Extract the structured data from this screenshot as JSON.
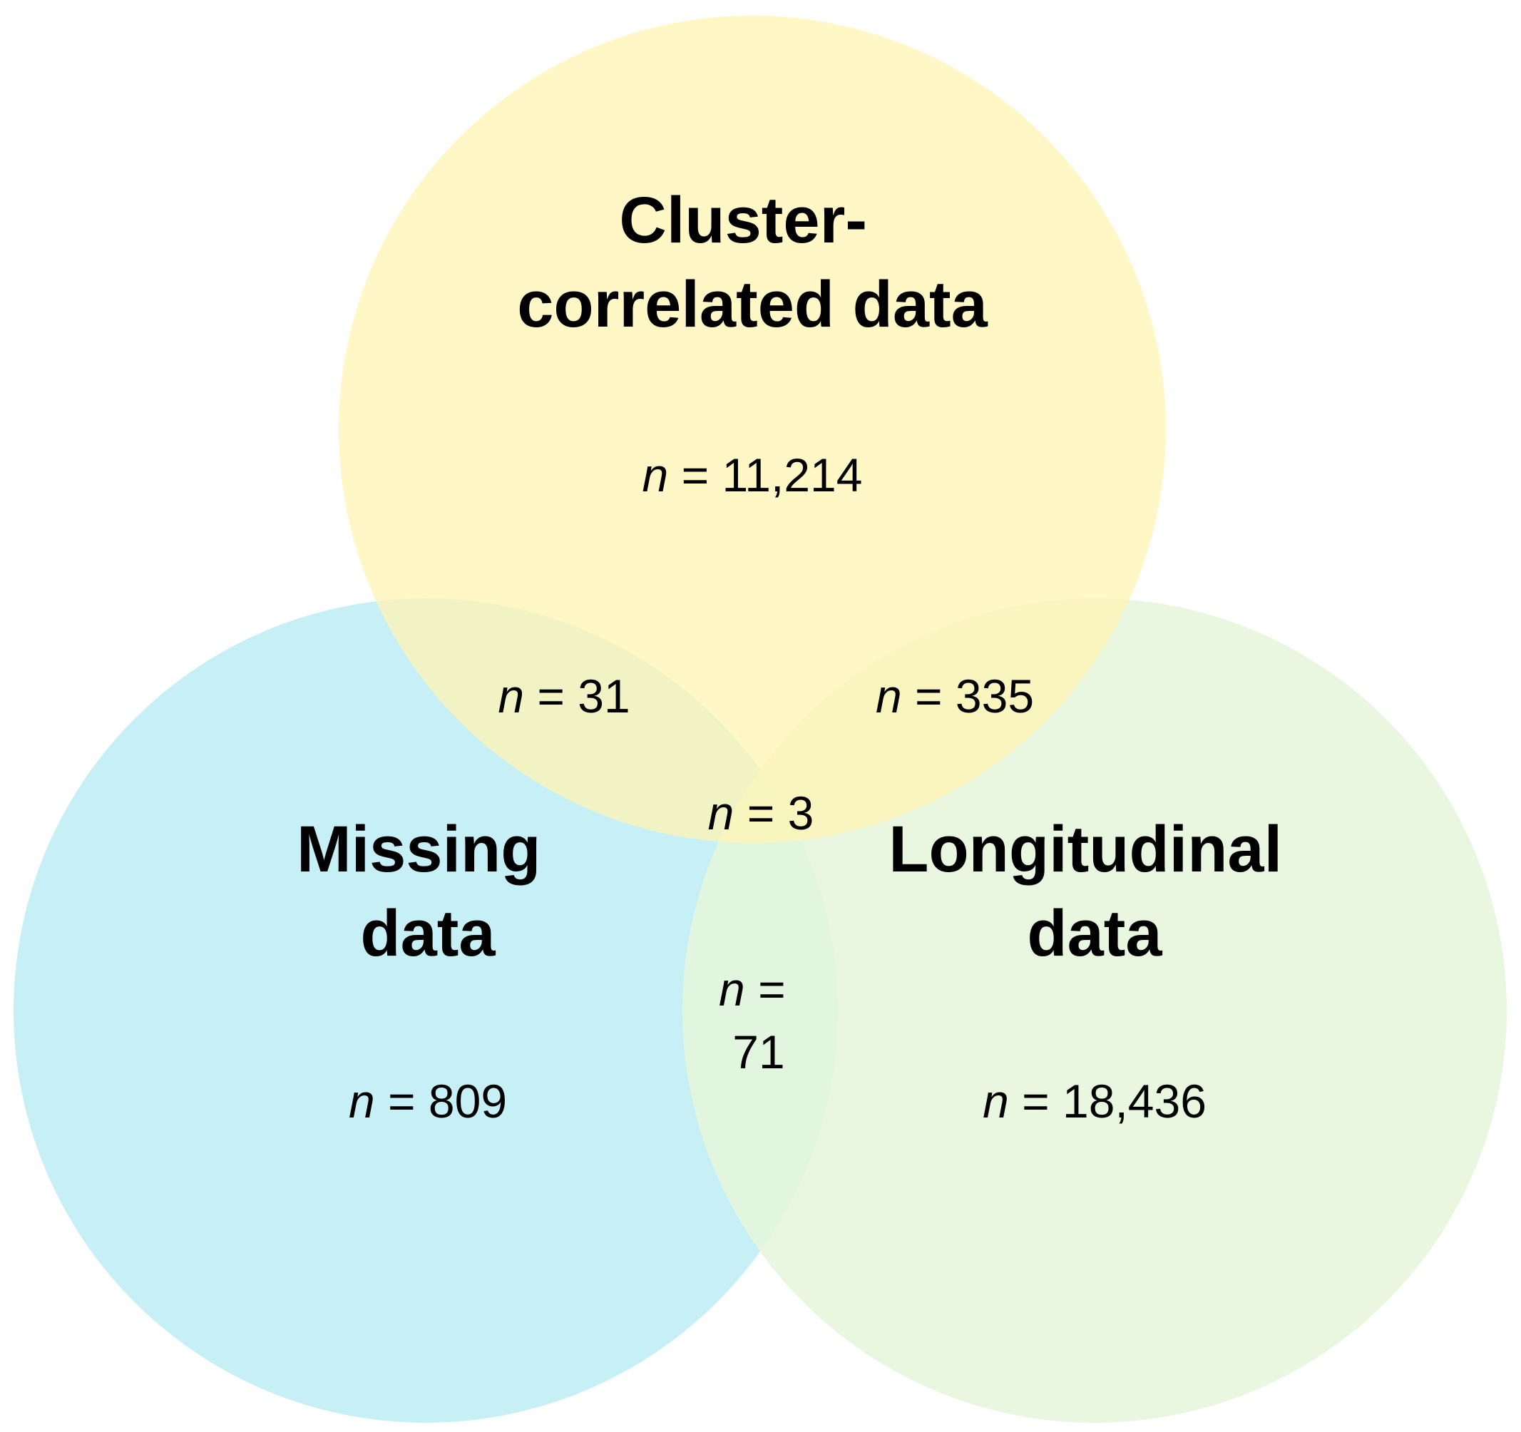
{
  "sets": {
    "cluster": {
      "title_line1": "Cluster-",
      "title_line2": "correlated data",
      "n_symbol": "n",
      "count_text": " = 11,214",
      "color": "#fff4b3"
    },
    "missing": {
      "title_line1": "Missing",
      "title_line2": "data",
      "n_symbol": "n",
      "count_text": " = 809",
      "color": "#c1eff4"
    },
    "longitudinal": {
      "title_line1": "Longitudinal",
      "title_line2": "data",
      "n_symbol": "n",
      "count_text": " = 18,436",
      "color": "#e6f5dc"
    }
  },
  "intersections": {
    "cluster_missing": {
      "n_symbol": "n",
      "count_text": " = 31"
    },
    "cluster_longitudinal": {
      "n_symbol": "n",
      "count_text": " = 335"
    },
    "all_three": {
      "n_symbol": "n",
      "count_text": " = 3"
    },
    "missing_longitudinal": {
      "n_symbol": "n",
      "count_line1": " =",
      "count_line2": "71"
    }
  },
  "chart_data": {
    "type": "venn",
    "sets": [
      "Cluster-correlated data",
      "Missing data",
      "Longitudinal data"
    ],
    "regions": [
      {
        "sets": [
          "Cluster-correlated data"
        ],
        "n": 11214
      },
      {
        "sets": [
          "Missing data"
        ],
        "n": 809
      },
      {
        "sets": [
          "Longitudinal data"
        ],
        "n": 18436
      },
      {
        "sets": [
          "Cluster-correlated data",
          "Missing data"
        ],
        "n": 31
      },
      {
        "sets": [
          "Cluster-correlated data",
          "Longitudinal data"
        ],
        "n": 335
      },
      {
        "sets": [
          "Missing data",
          "Longitudinal data"
        ],
        "n": 71
      },
      {
        "sets": [
          "Cluster-correlated data",
          "Missing data",
          "Longitudinal data"
        ],
        "n": 3
      }
    ]
  }
}
